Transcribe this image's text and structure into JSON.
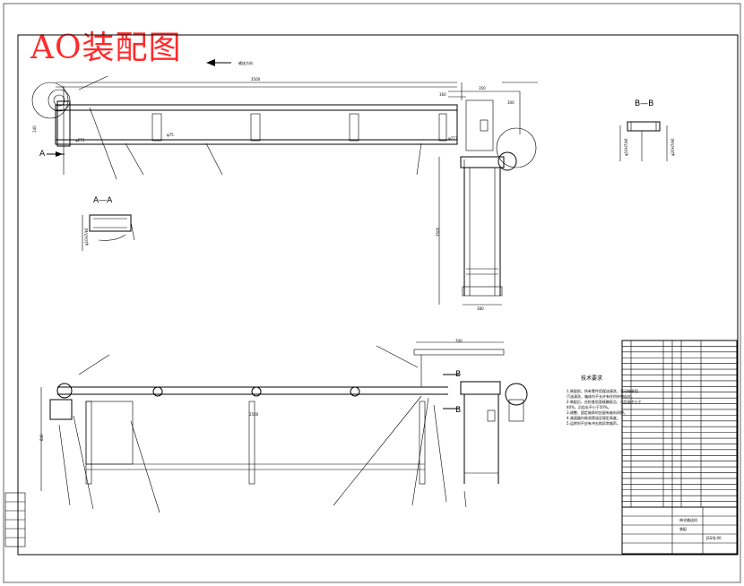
{
  "stamp_title": "AO装配图",
  "direction_arrow_label": "输送方向",
  "section_labels": {
    "a_a": "A—A",
    "b_b": "B—B",
    "a_marker": "A",
    "b_marker_top": "B",
    "b_marker_bottom": "B"
  },
  "top_view": {
    "length": "3500",
    "dim_160": "160",
    "dim_350": "350",
    "dim_300": "300",
    "dim_phi273": "φ273",
    "dim_phi75": "φ75",
    "dim_140": "140",
    "dim_phi273_right": "φ273"
  },
  "side_view": {
    "height": "3500",
    "width": "380"
  },
  "front_view": {
    "dim_700": "700",
    "dim_2500": "2500",
    "dim_840": "840"
  },
  "section_a_label_vertical": "φ10H7/k6",
  "section_b_label_left": "φ10H7/k6",
  "section_b_label_right": "φ20H7/k6",
  "tech_notes_title": "技术要求",
  "tech_notes_lines": [
    "1.装配前，所有零件用煤油清洗，滚动轴承用",
    "汽油清洗，箱体内不允许有任何杂物存在。",
    "2.装配后，应检查齿面接触斑点，沿齿高不小于",
    "40%，沿齿长不小于50%。",
    "3.调整、固定轴承时应留有轴向间隙。",
    "4.减速器内装润滑油至规定高度。",
    "5.运转时不应有冲击和异常噪声。"
  ],
  "bom_rows_count": 29,
  "title_block": {
    "drawing_name": "带式输送机",
    "drawing_sub": "装配",
    "code": "JSSXJ-00"
  }
}
